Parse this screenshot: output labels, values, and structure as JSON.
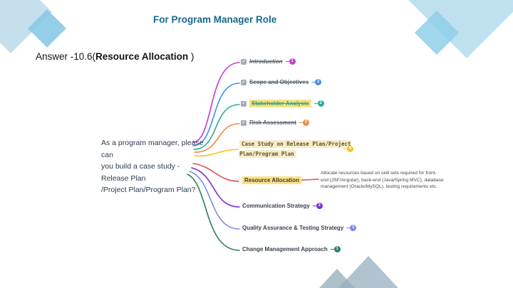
{
  "slide": {
    "title": "For Program Manager Role",
    "answer_prefix": "Answer -10.6(",
    "answer_bold": "Resource Allocation",
    "answer_suffix": " )"
  },
  "mindmap": {
    "root_text": "As a program manager, please can\nyou build a case study - Release Plan\n/Project Plan/Program Plan?",
    "branches": [
      {
        "label": "Introduction",
        "badge": "1",
        "color": "#c63ad2",
        "label_color": "#59636d",
        "checked": true,
        "highlighted": false
      },
      {
        "label": "Scope and Objectives",
        "badge": "2",
        "color": "#3f8fe5",
        "label_color": "#59636d",
        "checked": true,
        "highlighted": false
      },
      {
        "label": "Stakeholder Analysis",
        "badge": "2",
        "color": "#2bab97",
        "label_color": "#2aa38f",
        "checked": true,
        "highlighted": true
      },
      {
        "label": "Risk Assessment",
        "badge": "2",
        "color": "#f08a3c",
        "label_color": "#59636d",
        "checked": true,
        "highlighted": false
      },
      {
        "label": "Case Study on Release Plan/Project\nPlan/Program Plan",
        "badge": "6",
        "color": "#f0c420",
        "label_color": "#5c5424",
        "checked": false,
        "highlighted": true
      },
      {
        "label": "Resource Allocation",
        "badge": "",
        "color": "#d9534f",
        "label_color": "#3c3c3c",
        "checked": false,
        "highlighted": true
      },
      {
        "label": "Communication Strategy",
        "badge": "3",
        "color": "#7c2fd6",
        "label_color": "#39434f",
        "checked": false,
        "highlighted": false
      },
      {
        "label": "Quality Assurance & Testing Strategy",
        "badge": "1",
        "color": "#7d88ef",
        "label_color": "#39434f",
        "checked": false,
        "highlighted": false
      },
      {
        "label": "Change Management Approach",
        "badge": "1",
        "color": "#2f7d5d",
        "label_color": "#39434f",
        "checked": false,
        "highlighted": false
      }
    ],
    "checkbox_glyph": "✓",
    "note_text": "Allocate resources based on skill sets required for front-\nend (JSF/Angular), back-end (Java/Spring MVC), database\nmanagement (Oracle/MySQL), testing requirements etc."
  },
  "colors": {
    "title": "#17688f",
    "highlight_yellow": "#fce283",
    "case_highlight": "#f5ecca",
    "checkbox_grey": "#a3abb5",
    "decor_pale_blue": "#c5dfec",
    "decor_mid_blue": "#8ac9e4",
    "decor_grey_blue": "#9db8c6"
  }
}
